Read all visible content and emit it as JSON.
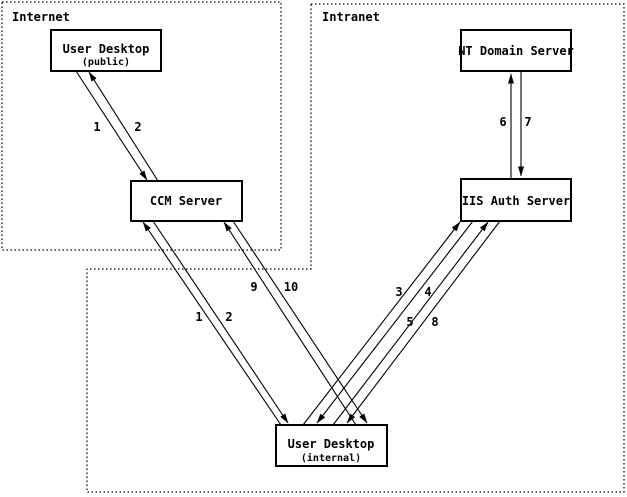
{
  "zones": {
    "internet": {
      "label": "Internet"
    },
    "intranet": {
      "label": "Intranet"
    }
  },
  "nodes": {
    "user_desktop_public": {
      "title": "User Desktop",
      "subtitle": "(public)"
    },
    "ccm_server": {
      "title": "CCM Server"
    },
    "nt_domain_server": {
      "title": "NT Domain Server"
    },
    "iis_auth_server": {
      "title": "IIS Auth Server"
    },
    "user_desktop_internal": {
      "title": "User Desktop",
      "subtitle": "(internal)"
    }
  },
  "flows": [
    {
      "label": "1",
      "from": "user_desktop_public",
      "to": "ccm_server"
    },
    {
      "label": "2",
      "from": "ccm_server",
      "to": "user_desktop_public"
    },
    {
      "label": "1",
      "from": "user_desktop_internal",
      "to": "ccm_server"
    },
    {
      "label": "2",
      "from": "ccm_server",
      "to": "user_desktop_internal"
    },
    {
      "label": "9",
      "from": "user_desktop_internal",
      "to": "ccm_server"
    },
    {
      "label": "10",
      "from": "ccm_server",
      "to": "user_desktop_internal"
    },
    {
      "label": "3",
      "from": "user_desktop_internal",
      "to": "iis_auth_server"
    },
    {
      "label": "4",
      "from": "iis_auth_server",
      "to": "user_desktop_internal"
    },
    {
      "label": "5",
      "from": "user_desktop_internal",
      "to": "iis_auth_server"
    },
    {
      "label": "8",
      "from": "iis_auth_server",
      "to": "user_desktop_internal"
    },
    {
      "label": "6",
      "from": "iis_auth_server",
      "to": "nt_domain_server"
    },
    {
      "label": "7",
      "from": "nt_domain_server",
      "to": "iis_auth_server"
    }
  ],
  "colors": {
    "stroke": "#000000",
    "background": "#ffffff"
  }
}
